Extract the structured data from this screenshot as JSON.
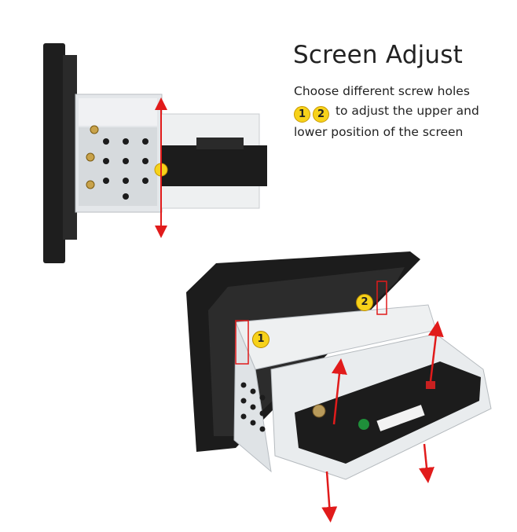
{
  "heading": "Screen Adjust",
  "description": {
    "line1": "Choose different screw holes",
    "badge1": "1",
    "badge2": "2",
    "line2_text": "to adjust the upper and",
    "line3": "lower position of the screen"
  },
  "callouts": {
    "hole1": "1",
    "hole2": "2"
  },
  "colors": {
    "arrow": "#e11b1b",
    "badge": "#f7d21a",
    "bracket": "#d9dde0",
    "frame": "#1c1c1c"
  }
}
